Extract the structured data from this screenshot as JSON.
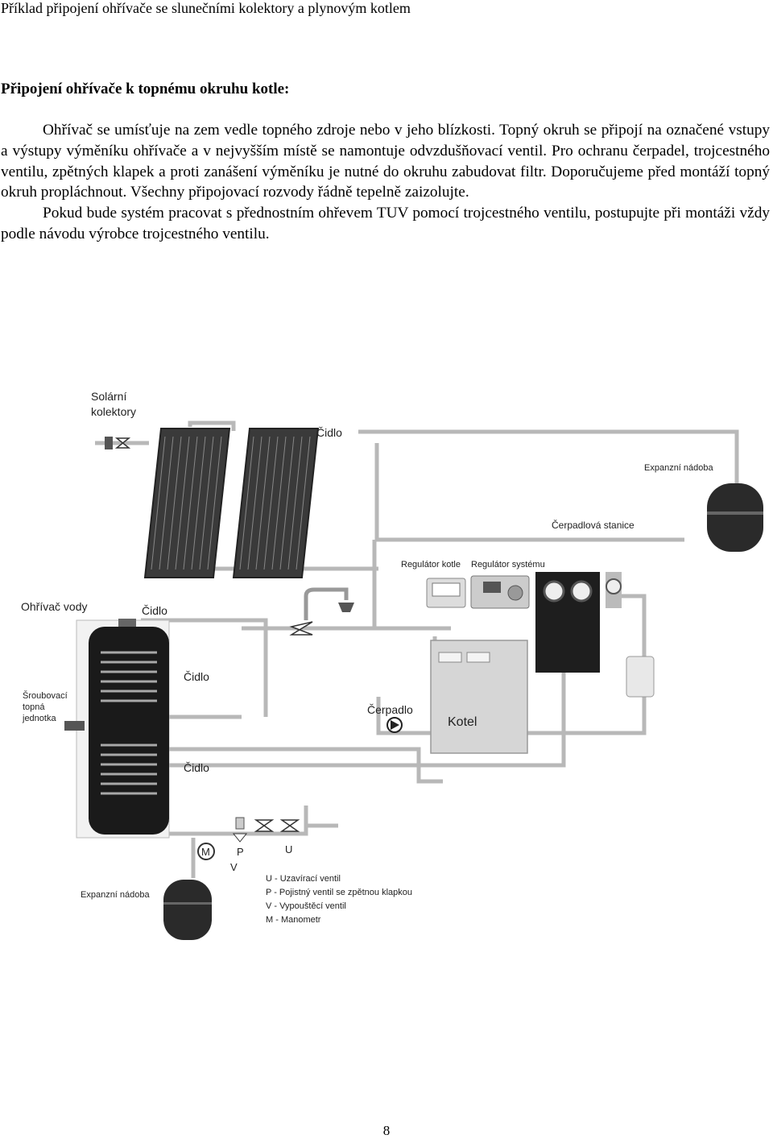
{
  "header": {
    "title": "Příklad připojení ohřívače se slunečními kolektory a plynovým kotlem"
  },
  "section": {
    "heading": "Připojení ohřívače k topnému okruhu kotle:"
  },
  "paragraphs": [
    "Ohřívač se umísťuje na zem vedle topného zdroje nebo v jeho blízkosti. Topný okruh se připojí na označené vstupy a výstupy výměníku ohřívače a v nejvyšším místě se namontuje odvzdušňovací ventil. Pro ochranu čerpadel, trojcestného ventilu, zpětných klapek a proti zanášení výměníku je nutné do okruhu zabudovat filtr. Doporučujeme před montáží topný okruh propláchnout. Všechny připojovací rozvody řádně tepelně zaizolujte.",
    "Pokud bude systém  pracovat s přednostním ohřevem TUV pomocí trojcestného ventilu, postupujte při montáži vždy podle návodu výrobce trojcestného ventilu."
  ],
  "diagram": {
    "labels": {
      "solar_collectors_1": "Solární",
      "solar_collectors_2": "kolektory",
      "sensor_collector": "Čidlo",
      "expansion_tank_top": "Expanzní nádoba",
      "pump_station": "Čerpadlová stanice",
      "boiler_regulator": "Regulátor kotle",
      "system_regulator": "Regulátor systému",
      "water_heater": "Ohřívač vody",
      "sensor_top": "Čidlo",
      "sensor_mid": "Čidlo",
      "sensor_low": "Čidlo",
      "screw_unit_1": "Šroubovací",
      "screw_unit_2": "topná",
      "screw_unit_3": "jednotka",
      "pump": "Čerpadlo",
      "boiler": "Kotel",
      "m": "M",
      "p": "P",
      "v": "V",
      "u": "U",
      "expansion_tank_bottom": "Expanzní nádoba"
    },
    "legend": [
      "U - Uzavírací ventil",
      "P - Pojistný ventil se zpětnou klapkou",
      "V - Vypouštěcí ventil",
      "M - Manometr"
    ]
  },
  "footer": {
    "page_number": "8"
  }
}
